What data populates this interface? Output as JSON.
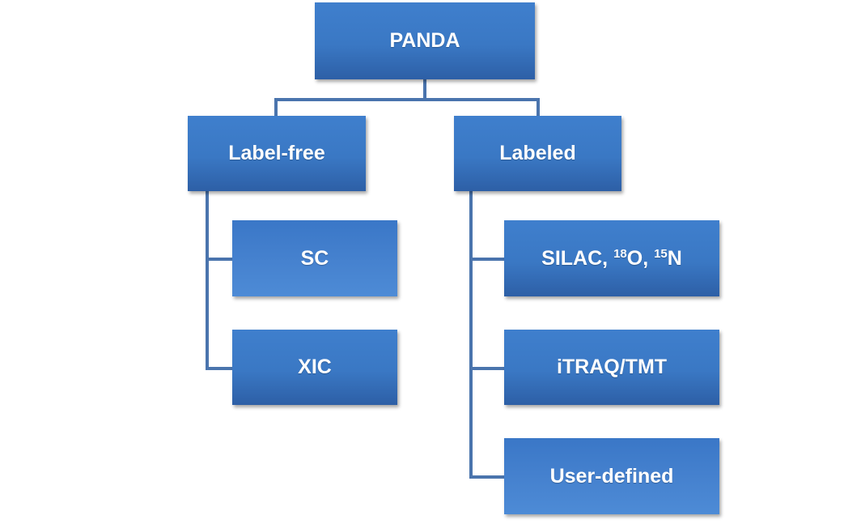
{
  "diagram": {
    "type": "hierarchy",
    "colors": {
      "box": "#3a78c4",
      "box_dark": "#2d5fa6",
      "connector": "#4a74ad",
      "text": "#ffffff"
    },
    "root": {
      "label": "PANDA"
    },
    "branches": [
      {
        "label": "Label-free",
        "children": [
          {
            "label": "SC"
          },
          {
            "label": "XIC"
          }
        ]
      },
      {
        "label": "Labeled",
        "children": [
          {
            "label_parts": {
              "a": "SILAC, ",
              "sup1": "18",
              "b": "O, ",
              "sup2": "15",
              "c": "N"
            }
          },
          {
            "label": "iTRAQ/TMT"
          },
          {
            "label": "User-defined"
          }
        ]
      }
    ]
  }
}
